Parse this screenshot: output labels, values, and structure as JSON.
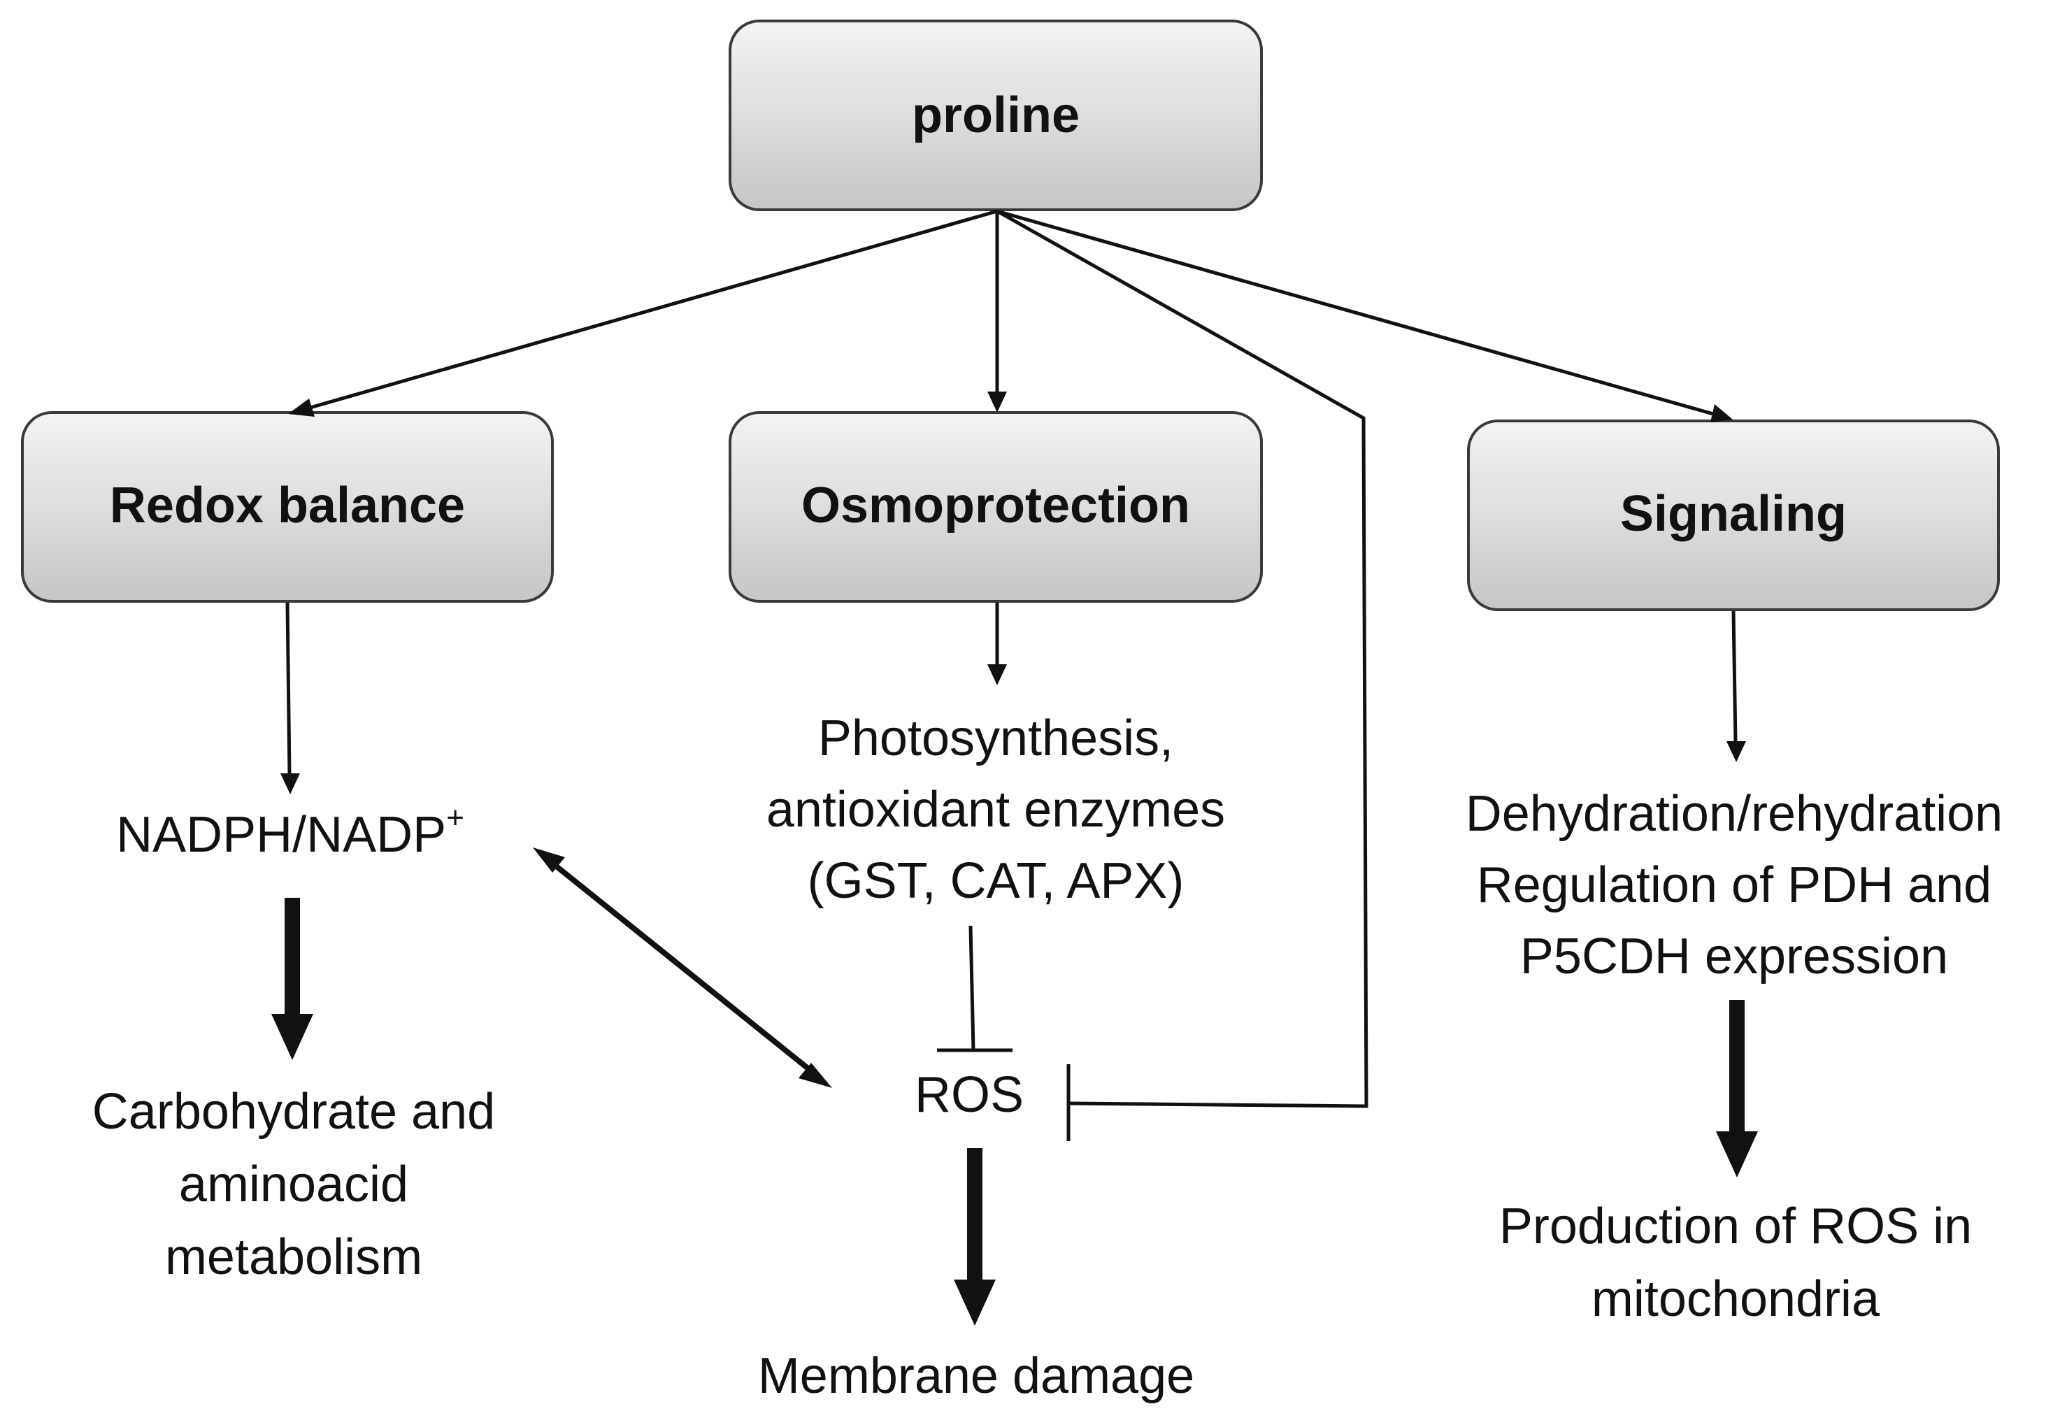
{
  "boxes": {
    "proline": "proline",
    "redox": "Redox balance",
    "osmo": "Osmoprotection",
    "signaling": "Signaling"
  },
  "nodes": {
    "nadph": {
      "main": "NADPH/NADP",
      "sup": "+"
    },
    "photo": {
      "line1": "Photosynthesis,",
      "line2": "antioxidant enzymes",
      "line3": "(GST, CAT, APX)"
    },
    "ros": "ROS",
    "membrane": "Membrane damage",
    "carb": {
      "line1": "Carbohydrate and",
      "line2": "aminoacid",
      "line3": "metabolism"
    },
    "dehyd": {
      "line1": "Dehydration/rehydration",
      "line2": "Regulation of PDH and",
      "line3": "P5CDH expression"
    },
    "prod": {
      "line1": "Production of ROS in",
      "line2": "mitochondria"
    }
  },
  "colors": {
    "box_gradient_top": "#f4f4f4",
    "box_gradient_bottom": "#c6c6c6",
    "line": "#111111"
  }
}
